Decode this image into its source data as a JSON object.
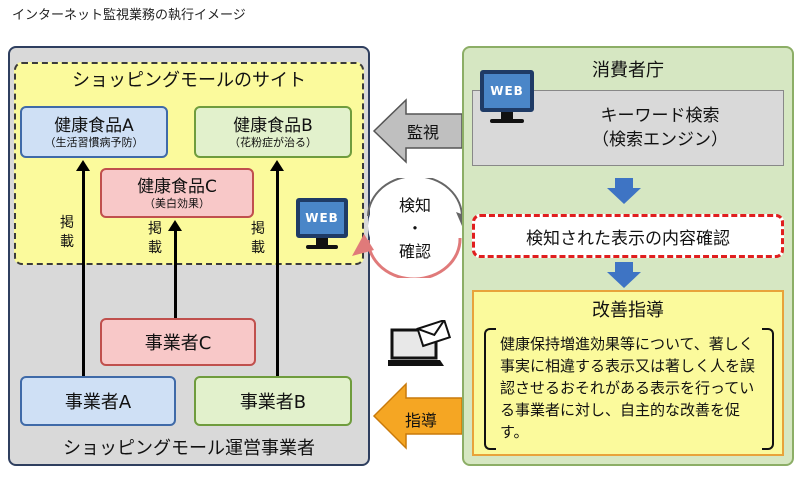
{
  "title": "インターネット監視業務の執行イメージ",
  "operator_panel": {
    "title": "ショッピングモール運営事業者",
    "mall_site": {
      "title": "ショッピングモールのサイト",
      "products": [
        {
          "name": "健康食品A",
          "note": "（生活習慣病予防）"
        },
        {
          "name": "健康食品B",
          "note": "（花粉症が治る）"
        },
        {
          "name": "健康食品C",
          "note": "（美白効果）"
        }
      ],
      "posting_label": [
        "掲",
        "載"
      ]
    },
    "operators": [
      "事業者A",
      "事業者B",
      "事業者C"
    ],
    "web_icon_label": "WEB"
  },
  "agency_panel": {
    "title": "消費者庁",
    "keyword_search": {
      "line1": "キーワード検索",
      "line2": "（検索エンジン）"
    },
    "confirm_box": "検知された表示の内容確認",
    "guidance": {
      "title": "改善指導",
      "text": "健康保持増進効果等について、著しく事実に相違する表示又は著しく人を誤認させるおそれがある表示を行っている事業者に対し、自主的な改善を促す。"
    },
    "web_icon_label": "WEB"
  },
  "connectors": {
    "monitoring": "監視",
    "check": [
      "検知",
      "・",
      "確認"
    ],
    "guidance": "指導"
  },
  "colors": {
    "operator_bg": "#d9d9d9",
    "mall_bg": "#fbfa9c",
    "agency_bg": "#d6e7c2",
    "guidance_bg": "#fbfa9c",
    "confirm_border": "#e01f1f",
    "flow_arrow": "#3e74c4",
    "guidance_arrow": "#f5a623",
    "monitor_arrow": "#bfbfbf"
  }
}
